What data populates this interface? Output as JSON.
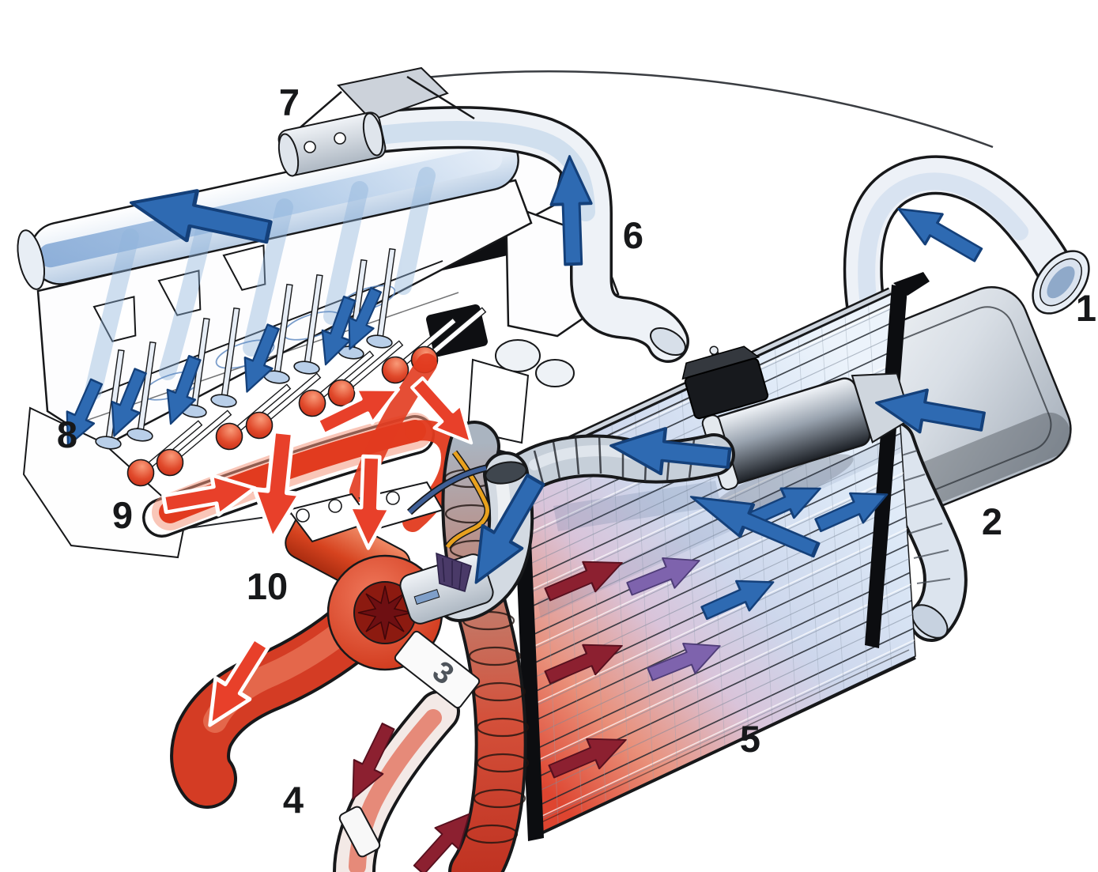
{
  "figure": {
    "type": "technical-cutaway-diagram",
    "background": "#ffffff"
  },
  "labels": [
    {
      "text": "1"
    },
    {
      "text": "2"
    },
    {
      "text": "3"
    },
    {
      "text": "4"
    },
    {
      "text": "5"
    },
    {
      "text": "6"
    },
    {
      "text": "7"
    },
    {
      "text": "8"
    },
    {
      "text": "9"
    },
    {
      "text": "10"
    }
  ],
  "colors": {
    "intake_air_arrow": "#2e6ab2",
    "hot_exhaust_arrow": "#e8402a",
    "hot_charge_air_arrow": "#8c2030",
    "cooling_charge_air_arrow": "#7e63ad",
    "label_text": "#17181a",
    "label_3_text": "#4e545b",
    "intercooler_hot_side": "#de4530",
    "intercooler_cold_side": "#dbe7f6",
    "frame_bars": "#0c0d10"
  }
}
